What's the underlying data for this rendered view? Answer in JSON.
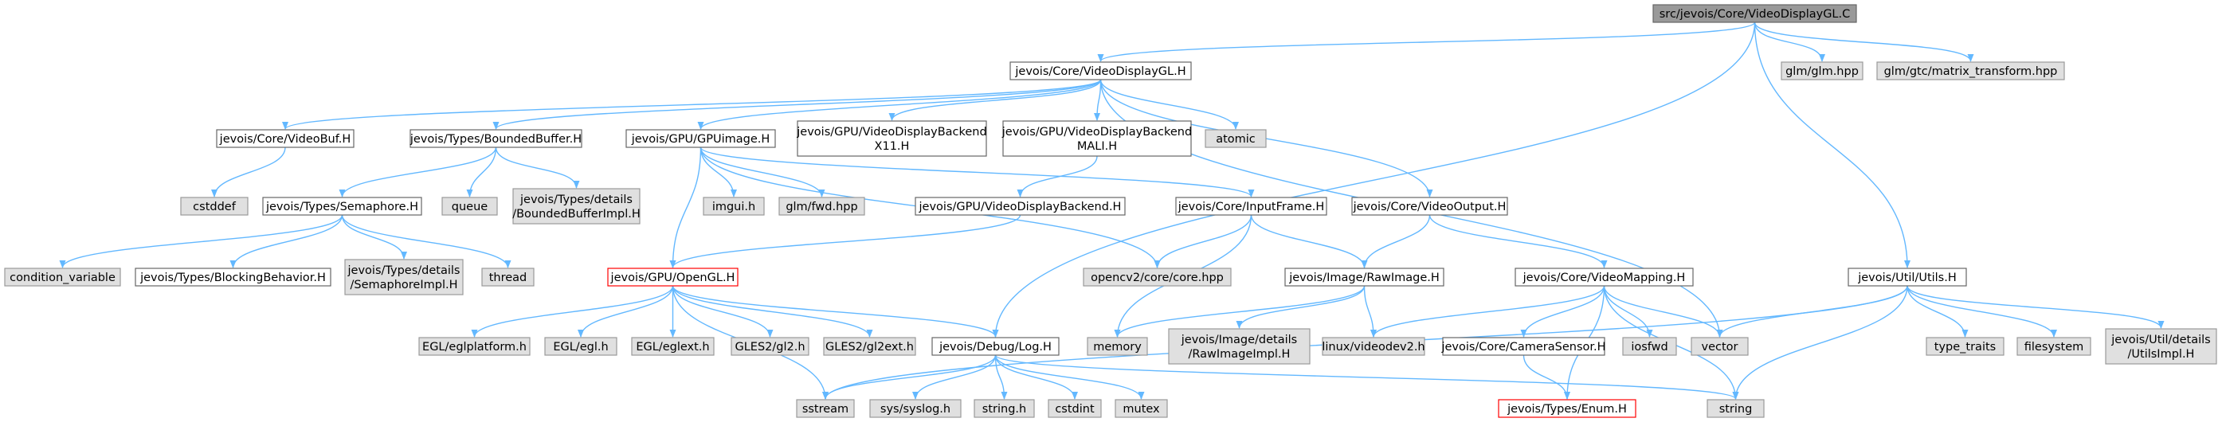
{
  "nodes": {
    "root": [
      "src/jevois/Core/VideoDisplayGL.C"
    ],
    "vdgl_h": [
      "jevois/Core/VideoDisplayGL.H"
    ],
    "glm": [
      "glm/glm.hpp"
    ],
    "glm_mt": [
      "glm/gtc/matrix_transform.hpp"
    ],
    "videobuf": [
      "jevois/Core/VideoBuf.H"
    ],
    "bbuf": [
      "jevois/Types/BoundedBuffer.H"
    ],
    "gpuimage": [
      "jevois/GPU/GPUimage.H"
    ],
    "vdb_x11": [
      "jevois/GPU/VideoDisplayBackend",
      "X11.H"
    ],
    "vdb_mali": [
      "jevois/GPU/VideoDisplayBackend",
      "MALI.H"
    ],
    "atomic": [
      "atomic"
    ],
    "cstddef": [
      "cstddef"
    ],
    "semaphore": [
      "jevois/Types/Semaphore.H"
    ],
    "queue": [
      "queue"
    ],
    "bbuf_impl": [
      "jevois/Types/details",
      "/BoundedBufferImpl.H"
    ],
    "imgui": [
      "imgui.h"
    ],
    "glm_fwd": [
      "glm/fwd.hpp"
    ],
    "vdb": [
      "jevois/GPU/VideoDisplayBackend.H"
    ],
    "inputframe": [
      "jevois/Core/InputFrame.H"
    ],
    "videooutput": [
      "jevois/Core/VideoOutput.H"
    ],
    "utils": [
      "jevois/Util/Utils.H"
    ],
    "condvar": [
      "condition_variable"
    ],
    "blocking": [
      "jevois/Types/BlockingBehavior.H"
    ],
    "sem_impl": [
      "jevois/Types/details",
      "/SemaphoreImpl.H"
    ],
    "thread": [
      "thread"
    ],
    "opengl": [
      "jevois/GPU/OpenGL.H"
    ],
    "opencv": [
      "opencv2/core/core.hpp"
    ],
    "rawimage": [
      "jevois/Image/RawImage.H"
    ],
    "videomapping": [
      "jevois/Core/VideoMapping.H"
    ],
    "egl_plat": [
      "EGL/eglplatform.h"
    ],
    "egl": [
      "EGL/egl.h"
    ],
    "eglext": [
      "EGL/eglext.h"
    ],
    "gl2": [
      "GLES2/gl2.h"
    ],
    "gl2ext": [
      "GLES2/gl2ext.h"
    ],
    "log": [
      "jevois/Debug/Log.H"
    ],
    "memory": [
      "memory"
    ],
    "rawimage_impl": [
      "jevois/Image/details",
      "/RawImageImpl.H"
    ],
    "videodev2": [
      "linux/videodev2.h"
    ],
    "camsensor": [
      "jevois/Core/CameraSensor.H"
    ],
    "iosfwd": [
      "iosfwd"
    ],
    "vector": [
      "vector"
    ],
    "type_traits": [
      "type_traits"
    ],
    "filesystem": [
      "filesystem"
    ],
    "utils_impl": [
      "jevois/Util/details",
      "/UtilsImpl.H"
    ],
    "sstream": [
      "sstream"
    ],
    "syslog": [
      "sys/syslog.h"
    ],
    "string_h": [
      "string.h"
    ],
    "cstdint": [
      "cstdint"
    ],
    "mutex": [
      "mutex"
    ],
    "string": [
      "string"
    ],
    "enum": [
      "jevois/Types/Enum.H"
    ]
  },
  "colors": {
    "edge": "#63b8ff",
    "root_fill": "#999999",
    "system_fill": "#e0e0e0",
    "system_border": "#999999",
    "project_border": "#666666",
    "incomplete_border": "#ff0000"
  }
}
